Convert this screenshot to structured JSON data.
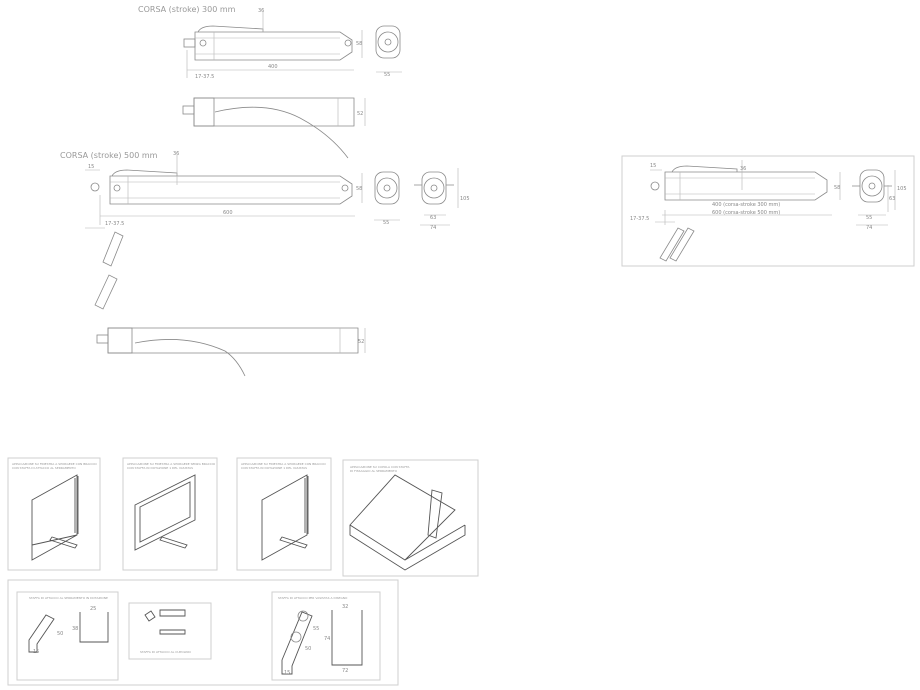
{
  "drawings": {
    "stroke300": {
      "title": "CORSA (stroke) 300 mm",
      "length": "400",
      "offset": "17-37.5",
      "height": "58",
      "width": "55",
      "arm": "36",
      "side_height": "52"
    },
    "stroke500": {
      "title": "CORSA (stroke) 500 mm",
      "length": "600",
      "offset": "17-37.5",
      "height": "58",
      "width": "55",
      "arm": "36",
      "pin": "15",
      "bracket_w1": "63",
      "bracket_w2": "74",
      "bracket_h": "105",
      "side_height": "52"
    },
    "combined": {
      "length_300": "400 (corsa-stroke 300 mm)",
      "length_500": "600 (corsa-stroke 500 mm)",
      "offset": "17-37.5",
      "height": "58",
      "arm": "36",
      "pin": "15",
      "w1": "55",
      "w2": "74",
      "h1": "63",
      "h2": "105"
    }
  },
  "applications": [
    {
      "caption": "APPLICAZIONE SU FINESTRA A SPORGERE CON BRACCIO",
      "caption2": "CON STAFFA DI ATTACCO AL SERRAMENTO"
    },
    {
      "caption": "APPLICAZIONE SU FINESTRA A SPORGERE SENZA BRACCIO",
      "caption2": "CON STAFFA IN DOTAZIONE 1 DEL VASISTAS"
    },
    {
      "caption": "APPLICAZIONE SU FINESTRA A SPORGERE CON BRACCIO",
      "caption2": "CON STAFFA IN DOTAZIONE 1 DEL VASISTAS"
    },
    {
      "caption": "APPLICAZIONE SU CUPOLA CON STAFFA",
      "caption2": "DI FISSAGGIO AL SERRAMENTO"
    }
  ],
  "brackets": {
    "left_caption": "STAFFA DI ATTACCO AL SERRAMENTO IN DOTAZIONE",
    "left_dims": [
      "15",
      "50",
      "25",
      "38"
    ],
    "middle_caption": "STAFFA DI ATTACCO AL CUPOLINO",
    "right_caption": "STAFFA DI ATTACCO PER VASISTAS A DISEGNO",
    "right_dims": [
      "15",
      "55",
      "50",
      "74",
      "32",
      "72"
    ]
  }
}
